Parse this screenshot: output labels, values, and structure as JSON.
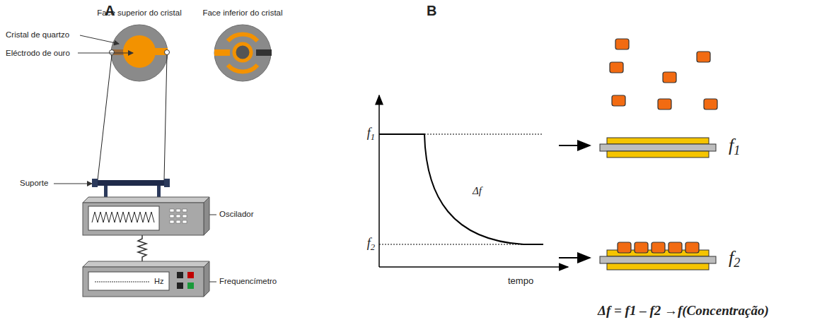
{
  "diagram": {
    "labels": [
      "A",
      "B",
      "Face superior do cristal",
      "Face inferior do cristal",
      "Cristal de quartzo",
      "Eléctrodo de ouro",
      "Suporte",
      "Oscilador",
      "Frequencímetro",
      "Hz",
      "f1",
      "f2",
      "Δf",
      "tempo",
      "f1",
      "f2",
      "Δf = f1 – f2 →f(Concentração)"
    ]
  }
}
